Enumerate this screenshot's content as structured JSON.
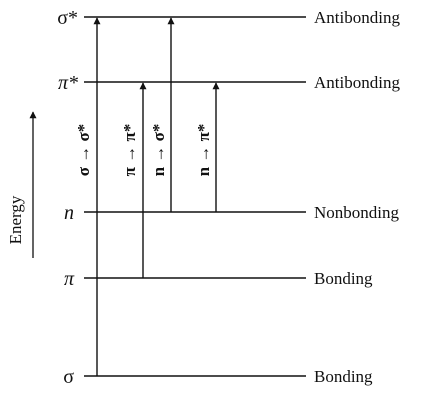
{
  "axis": {
    "label": "Energy"
  },
  "levels": [
    {
      "id": "sigma-star",
      "symbol": "σ*",
      "description": "Antibonding"
    },
    {
      "id": "pi-star",
      "symbol": "π*",
      "description": "Antibonding"
    },
    {
      "id": "n",
      "symbol": "n",
      "description": "Nonbonding"
    },
    {
      "id": "pi",
      "symbol": "π",
      "description": "Bonding"
    },
    {
      "id": "sigma",
      "symbol": "σ",
      "description": "Bonding"
    }
  ],
  "transitions": [
    {
      "id": "sigma-to-sigma-star",
      "label": "σ → σ*",
      "from": "sigma",
      "to": "sigma-star"
    },
    {
      "id": "pi-to-pi-star",
      "label": "π → π*",
      "from": "pi",
      "to": "pi-star"
    },
    {
      "id": "n-to-sigma-star",
      "label": "n → σ*",
      "from": "n",
      "to": "sigma-star"
    },
    {
      "id": "n-to-pi-star",
      "label": "n → π*",
      "from": "n",
      "to": "pi-star"
    }
  ],
  "colors": {
    "ink": "#111111",
    "background": "#ffffff"
  }
}
